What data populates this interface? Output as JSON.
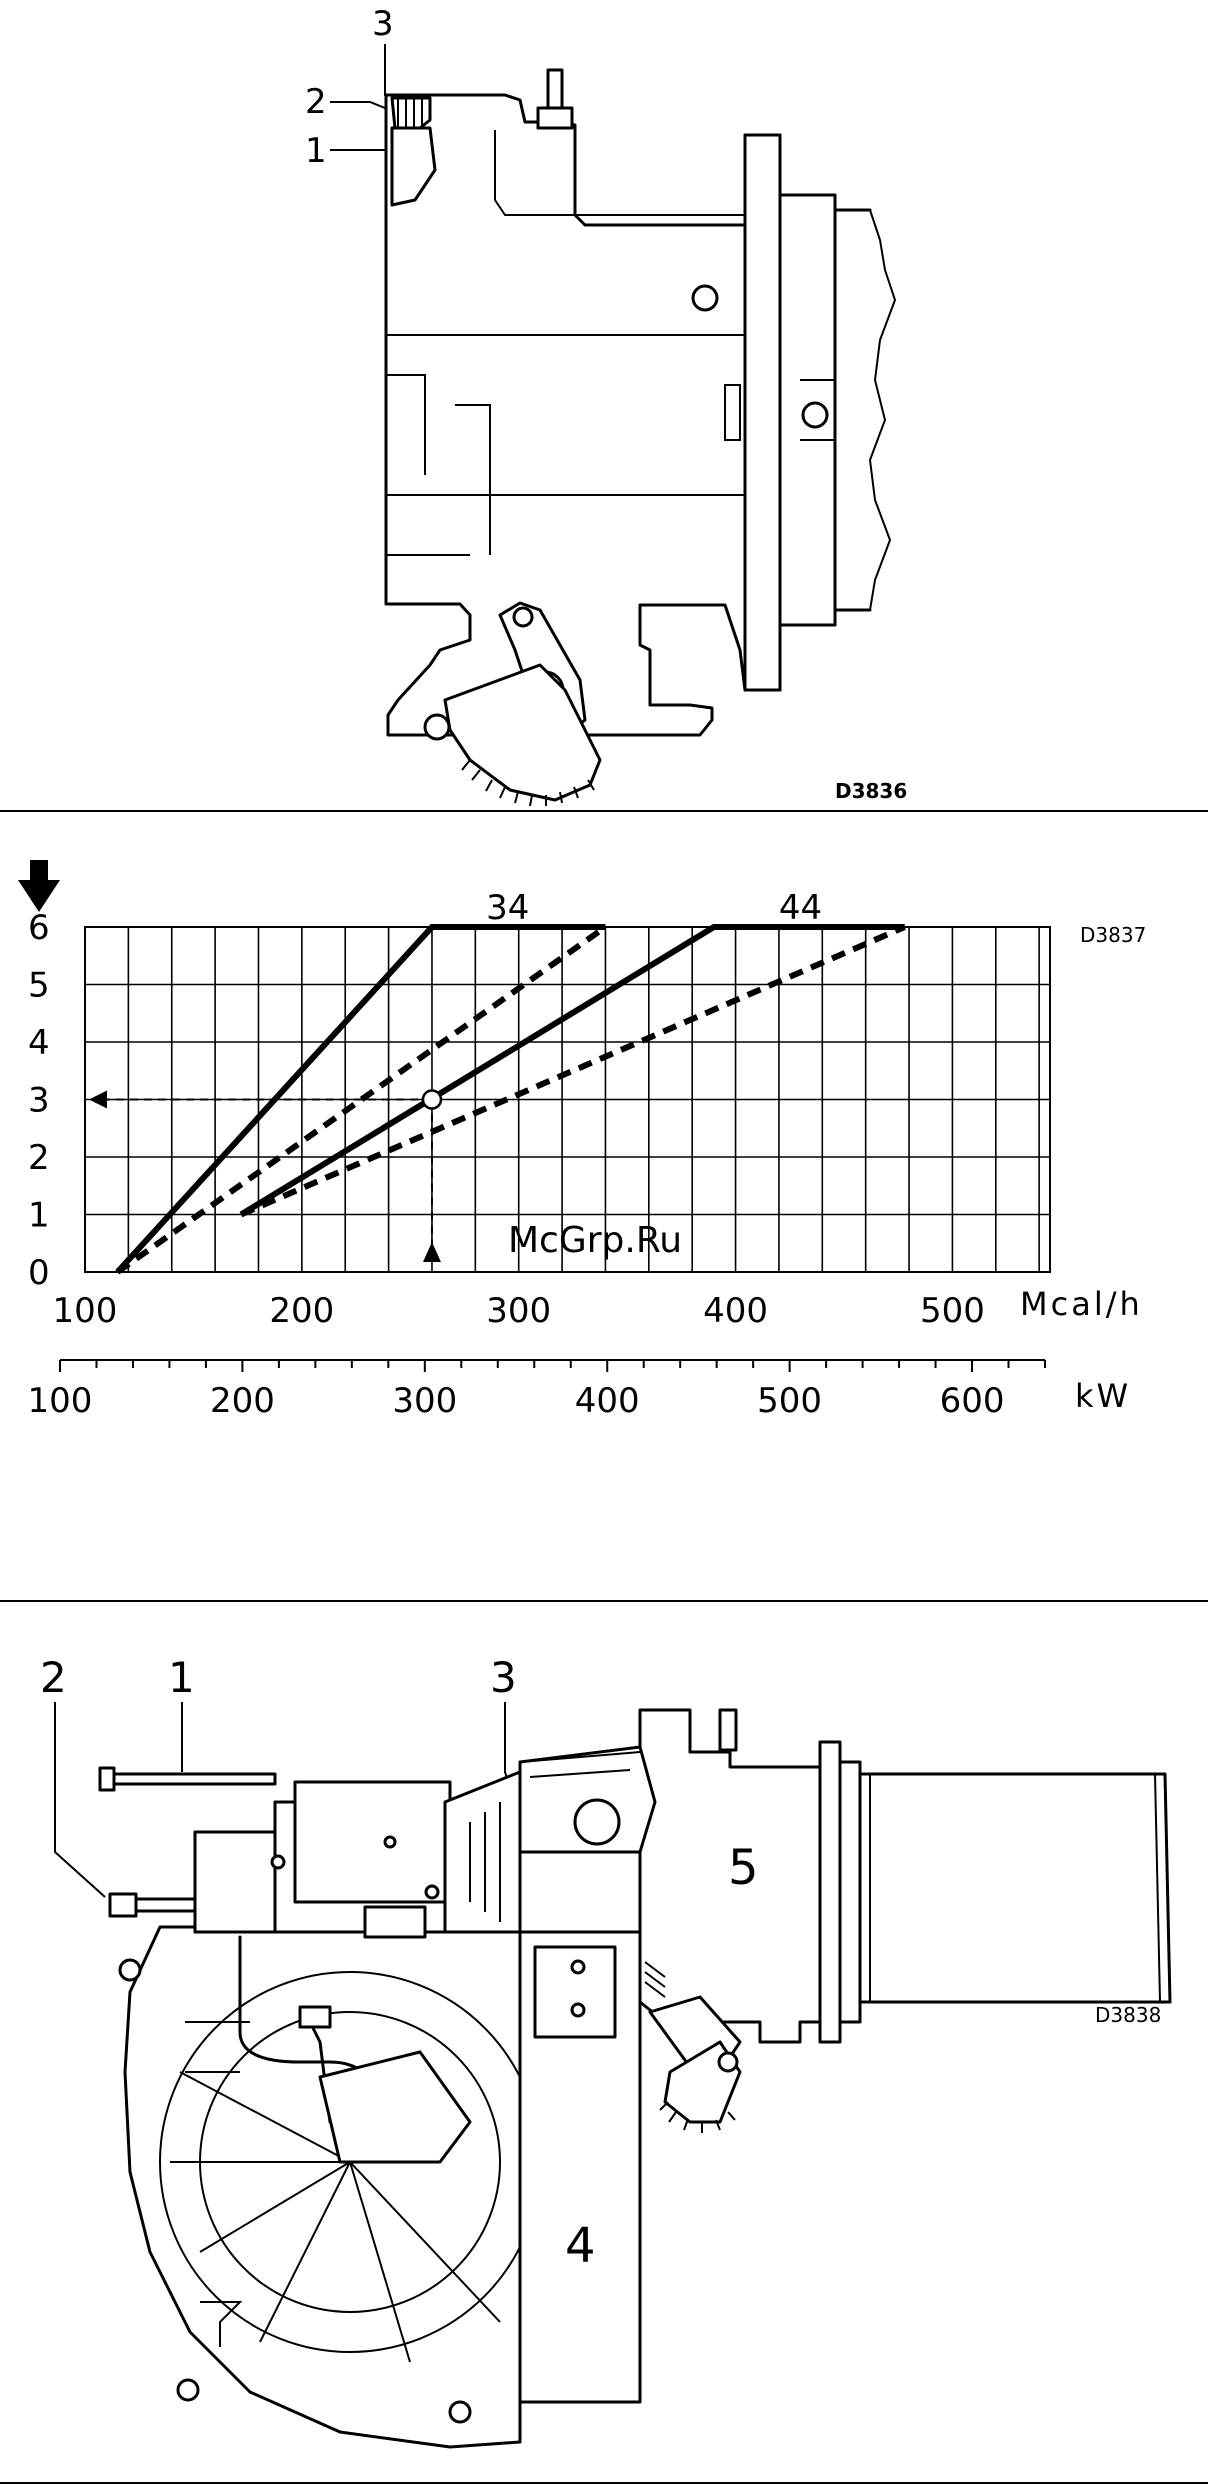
{
  "figure1": {
    "code": "D3836",
    "callouts": [
      "1",
      "2",
      "3"
    ]
  },
  "chart_data": {
    "type": "line",
    "code": "D3837",
    "xlabel": "Mcal/h",
    "x2label": "kW",
    "x_ticks": [
      "100",
      "200",
      "300",
      "400",
      "500"
    ],
    "x2_ticks": [
      "100",
      "200",
      "300",
      "400",
      "500",
      "600"
    ],
    "y_ticks": [
      "0",
      "1",
      "2",
      "3",
      "4",
      "5",
      "6"
    ],
    "xlim": [
      100,
      550
    ],
    "ylim": [
      0,
      6
    ],
    "x2lim": [
      100,
      640
    ],
    "series": [
      {
        "name": "34",
        "style": "solid",
        "x": [
          115,
          260,
          340
        ],
        "y": [
          0,
          6,
          6
        ]
      },
      {
        "name": "34",
        "style": "dashed",
        "x": [
          115,
          340
        ],
        "y": [
          0,
          6
        ]
      },
      {
        "name": "44",
        "style": "solid",
        "x": [
          172,
          390,
          478
        ],
        "y": [
          1,
          6,
          6
        ]
      },
      {
        "name": "44",
        "style": "dashed",
        "x": [
          172,
          478
        ],
        "y": [
          1,
          6
        ]
      }
    ],
    "example_point": {
      "x": 260,
      "y": 3
    },
    "watermark": "McGrp.Ru",
    "watermark_color": "#cc0000"
  },
  "figure3": {
    "code": "D3838",
    "callouts": [
      "1",
      "2",
      "3",
      "4",
      "5"
    ]
  }
}
